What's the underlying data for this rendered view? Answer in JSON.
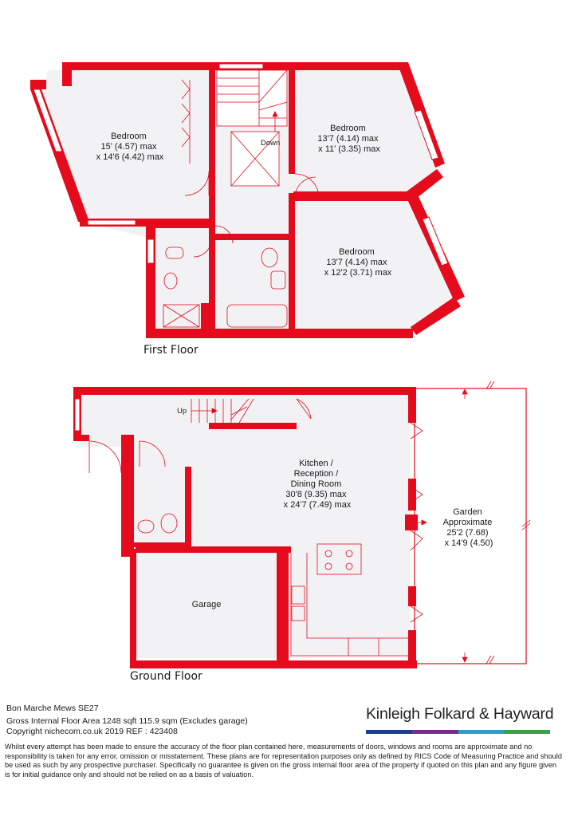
{
  "colors": {
    "wall": "#e30b1c",
    "floor": "#f2f2f4",
    "line": "#e30b1c"
  },
  "first_floor": {
    "title": "First Floor",
    "rooms": [
      {
        "id": "bedroom1",
        "lines": [
          "Bedroom",
          "15' (4.57) max",
          "x 14'6 (4.42) max"
        ]
      },
      {
        "id": "bedroom2",
        "lines": [
          "Bedroom",
          "13'7 (4.14) max",
          "x 11' (3.35) max"
        ]
      },
      {
        "id": "bedroom3",
        "lines": [
          "Bedroom",
          "13'7 (4.14) max",
          "x 12'2 (3.71) max"
        ]
      }
    ],
    "stairs_label": "Down"
  },
  "ground_floor": {
    "title": "Ground Floor",
    "rooms": [
      {
        "id": "kitchen",
        "lines": [
          "Kitchen /",
          "Reception /",
          "Dining Room",
          "30'8 (9.35) max",
          "x 24'7 (7.49) max"
        ]
      },
      {
        "id": "garden",
        "lines": [
          "Garden",
          "Approximate",
          "25'2 (7.68)",
          "x 14'9 (4.50)"
        ]
      },
      {
        "id": "garage",
        "lines": [
          "Garage"
        ]
      }
    ],
    "stairs_label": "Up"
  },
  "footer": {
    "address": "Bon Marche Mews  SE27",
    "area": "Gross Internal Floor Area 1248 sqft 115.9 sqm (Excludes garage)",
    "copyright": "Copyright nichecom.co.uk 2019 REF : 423408",
    "disclaimer": "Whilst every attempt has been made to ensure the accuracy of the floor plan contained here, measurements of doors, windows and rooms are approximate and no responsibility is taken for any error, omission or misstatement.  These plans are for representation purposes only as defined by RICS Code of Measuring Practice and should be used as such by any prospective purchaser.  Specifically no guarantee is given on the gross internal floor area of the property if quoted on this plan and any figure given is for initial guidance only and should not be relied on as a basis of valuation."
  },
  "brand": {
    "name": "Kinleigh Folkard & Hayward",
    "bar_colors": [
      "#1c3f8f",
      "#7a2c8c",
      "#2a9fc9",
      "#3aa14a"
    ]
  }
}
